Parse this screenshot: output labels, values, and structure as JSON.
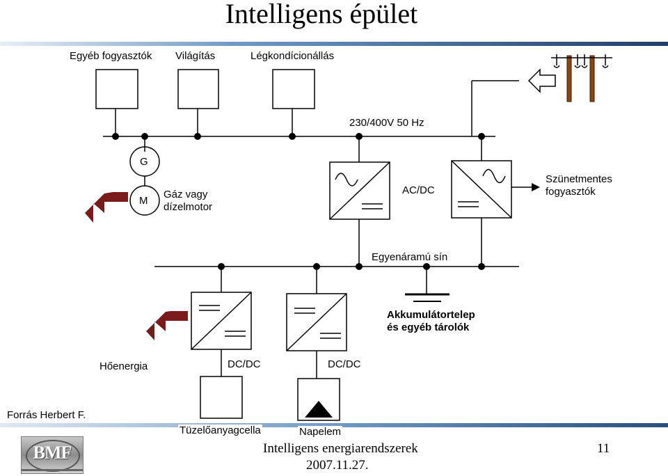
{
  "slide": {
    "title": "Intelligens épület",
    "page_number": "11",
    "footer_title": "Intelligens energiarendszerek",
    "footer_date": "2007.11.27.",
    "source_note": "Forrás Herbert F.",
    "logo_text": "BMF"
  },
  "loads": {
    "other": "Egyéb fogyasztók",
    "lighting": "Világítás",
    "ac": "Légkondícionállás"
  },
  "ac_bus": {
    "label": "230/400V 50 Hz"
  },
  "generator": {
    "g_label": "G",
    "m_label": "M",
    "desc_line1": "Gáz vagy",
    "desc_line2": "dízelmotor"
  },
  "converters": {
    "acdc_label": "AC/DC",
    "ups_line1": "Szünetmentes",
    "ups_line2": "fogyasztók",
    "dcdc_label_1": "DC/DC",
    "dcdc_label_2": "DC/DC"
  },
  "dc_bus": {
    "label": "Egyenáramú sín"
  },
  "storage": {
    "line1": "Akkumulátortelep",
    "line2": "és egyéb tárolók"
  },
  "sources": {
    "heat": "Hőenergia",
    "fuel_cell": "Tüzelőanyagcella",
    "solar": "Napelem"
  },
  "colors": {
    "band_dark": "#2a4f7c",
    "band_light": "#6f9ac4",
    "heat_arrow": "#7b1a1a",
    "pole": "#8b4513",
    "grid_arrow": "#ffffff"
  }
}
